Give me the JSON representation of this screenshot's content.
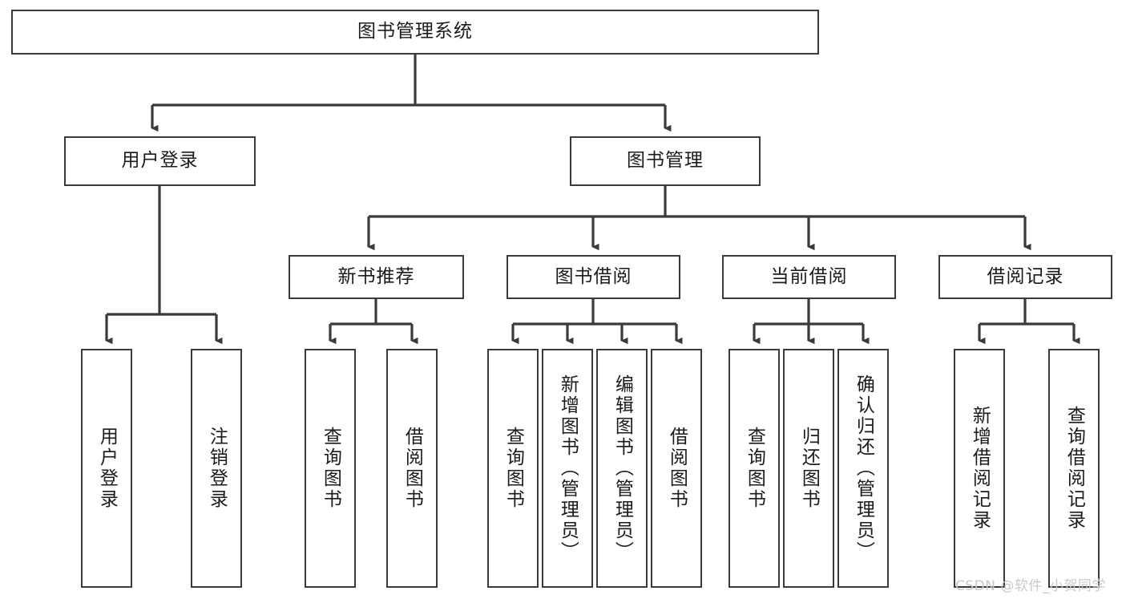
{
  "diagram": {
    "title": "图书管理系统",
    "type": "tree",
    "orientation": "top-down",
    "line_color": "#3a3a3a",
    "box_fill": "#ffffff",
    "text_color": "#1b1b1b"
  },
  "nodes": {
    "root": {
      "label": "图书管理系统",
      "level": 1,
      "text_direction": "horizontal"
    },
    "l2": [
      {
        "id": "user-login",
        "label": "用户登录",
        "level": 2,
        "text_direction": "horizontal"
      },
      {
        "id": "book-manage",
        "label": "图书管理",
        "level": 2,
        "text_direction": "horizontal"
      }
    ],
    "l3": [
      {
        "id": "new-book-rec",
        "label": "新书推荐",
        "level": 3,
        "text_direction": "horizontal"
      },
      {
        "id": "book-borrow",
        "label": "图书借阅",
        "level": 3,
        "text_direction": "horizontal"
      },
      {
        "id": "current-borrow",
        "label": "当前借阅",
        "level": 3,
        "text_direction": "horizontal"
      },
      {
        "id": "borrow-record",
        "label": "借阅记录",
        "level": 3,
        "text_direction": "horizontal"
      }
    ],
    "leaves": [
      {
        "id": "leaf-user-login",
        "label": "用户登录",
        "parent": "user-login",
        "text_direction": "vertical"
      },
      {
        "id": "leaf-logout-login",
        "label": "注销登录",
        "parent": "user-login",
        "text_direction": "vertical"
      },
      {
        "id": "leaf-query-book-1",
        "label": "查询图书",
        "parent": "new-book-rec",
        "text_direction": "vertical"
      },
      {
        "id": "leaf-borrow-book-1",
        "label": "借阅图书",
        "parent": "new-book-rec",
        "text_direction": "vertical"
      },
      {
        "id": "leaf-query-book-2",
        "label": "查询图书",
        "parent": "book-borrow",
        "text_direction": "vertical"
      },
      {
        "id": "leaf-add-book",
        "label": "新增图书（管理员）",
        "parent": "book-borrow",
        "text_direction": "vertical"
      },
      {
        "id": "leaf-edit-book",
        "label": "编辑图书（管理员）",
        "parent": "book-borrow",
        "text_direction": "vertical"
      },
      {
        "id": "leaf-borrow-book-2",
        "label": "借阅图书",
        "parent": "book-borrow",
        "text_direction": "vertical"
      },
      {
        "id": "leaf-query-book-3",
        "label": "查询图书",
        "parent": "current-borrow",
        "text_direction": "vertical"
      },
      {
        "id": "leaf-return-book",
        "label": "归还图书",
        "parent": "current-borrow",
        "text_direction": "vertical"
      },
      {
        "id": "leaf-confirm-return",
        "label": "确认归还（管理员）",
        "parent": "current-borrow",
        "text_direction": "vertical"
      },
      {
        "id": "leaf-add-record",
        "label": "新增借阅记录",
        "parent": "borrow-record",
        "text_direction": "vertical"
      },
      {
        "id": "leaf-query-record",
        "label": "查询借阅记录",
        "parent": "borrow-record",
        "text_direction": "vertical"
      }
    ]
  },
  "watermark": {
    "text": "CSDN @软件_小贺同学",
    "color": "#c9c9c9"
  }
}
